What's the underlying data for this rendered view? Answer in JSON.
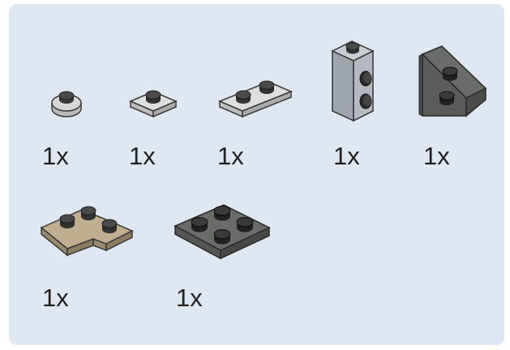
{
  "parts_list": {
    "parts": [
      {
        "name": "Round Plate 1x1",
        "color": "trans-clear",
        "quantity": "1x"
      },
      {
        "name": "Plate 1x1",
        "color": "trans-clear",
        "quantity": "1x"
      },
      {
        "name": "Plate 1x2",
        "color": "trans-clear",
        "quantity": "1x"
      },
      {
        "name": "Brick 1x1 with Studs on Side",
        "color": "light bluish gray",
        "quantity": "1x"
      },
      {
        "name": "Wedge Plate 2x2",
        "color": "dark bluish gray",
        "quantity": "1x"
      },
      {
        "name": "Plate 2x2 Corner",
        "color": "dark tan",
        "quantity": "1x"
      },
      {
        "name": "Plate 2x2",
        "color": "dark bluish gray",
        "quantity": "1x"
      }
    ]
  },
  "colors": {
    "panel_background": "#dfe7f2",
    "trans_clear": "#c9ccc9",
    "light_bluish_gray": "#a6adb3",
    "dark_bluish_gray": "#5c5e5c",
    "dark_tan": "#a8977a",
    "stud_dark": "#2b2b2b"
  }
}
